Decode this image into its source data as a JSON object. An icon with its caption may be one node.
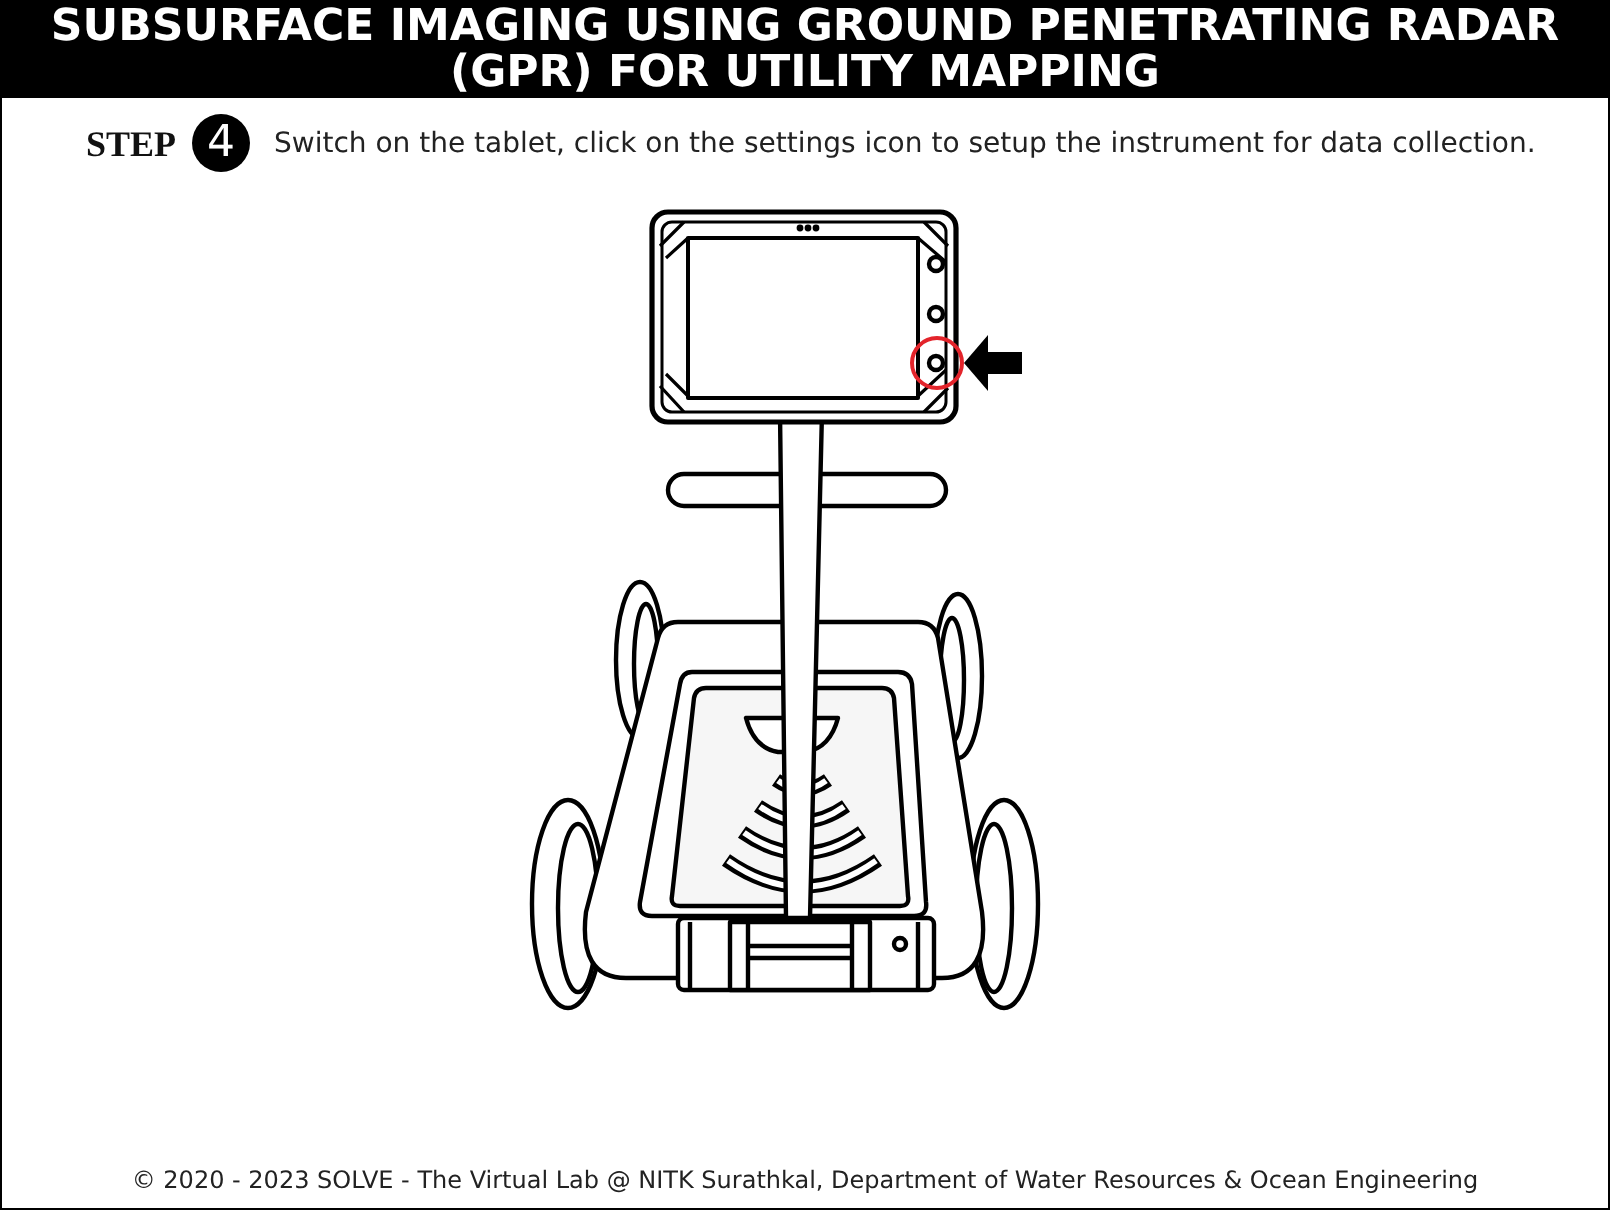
{
  "diagram": {
    "title": "SUBSURFACE IMAGING USING GROUND PENETRATING RADAR (GPR) FOR UTILITY MAPPING",
    "nodes": [
      {
        "text": [
          "4"
        ],
        "beside": [
          "STEP"
        ]
      },
      {
        "text": [],
        "shape": "circle"
      }
    ],
    "edges": [
      {
        "from": null,
        "to": 1,
        "arrow": "to"
      }
    ],
    "labels": [
      "Switch on the tablet, click on the settings icon to setup the instrument for data collection.",
      "© 2020 - 2023 SOLVE - The Virtual Lab @ NITK Surathkal, Department of Water Resources & Ocean Engineering"
    ]
  }
}
